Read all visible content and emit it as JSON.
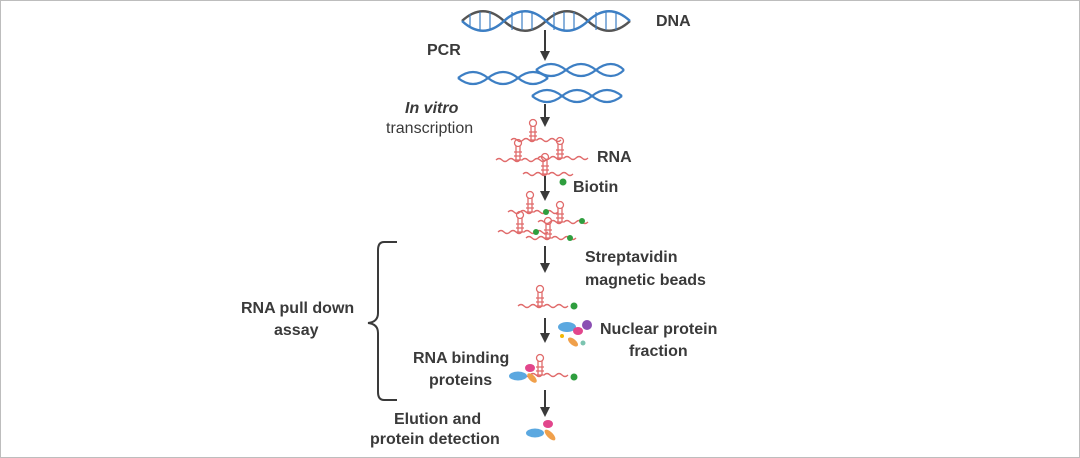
{
  "labels": {
    "dna": "DNA",
    "pcr": "PCR",
    "in_vitro": "In vitro",
    "transcription": "transcription",
    "rna": "RNA",
    "biotin": "Biotin",
    "streptavidin": "Streptavidin",
    "magnetic_beads": "magnetic beads",
    "rna_pull_down": "RNA pull down",
    "assay": "assay",
    "nuclear_protein": "Nuclear protein",
    "fraction": "fraction",
    "rna_binding": "RNA binding",
    "proteins": "proteins",
    "elution_and": "Elution and",
    "protein_detection": "protein detection"
  },
  "colors": {
    "dna_blue": "#3d7fc4",
    "dna_gray": "#555555",
    "rna_red": "#e06a6a",
    "biotin_green": "#2f9e3e",
    "bead_yellow": "#f2b705",
    "protein_blue": "#5ba8e0",
    "protein_purple": "#8b4fb3",
    "protein_pink": "#e2468c",
    "protein_orange": "#f0a04b",
    "protein_teal": "#7cc4b0",
    "arrow": "#3a3a3a"
  }
}
